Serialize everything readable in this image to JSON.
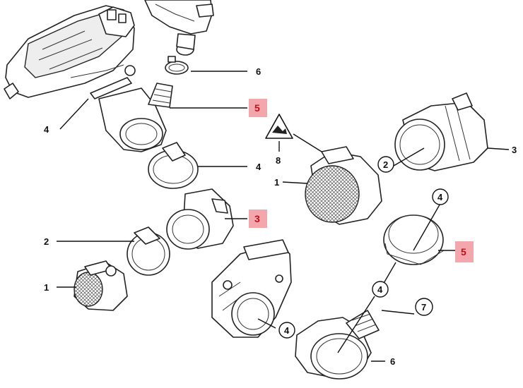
{
  "labels": {
    "l1a": "1",
    "l1b": "1",
    "l2a": "2",
    "l2b": "2",
    "l3a": "3",
    "l3b": "3",
    "l4a": "4",
    "l4b": "4",
    "l4c": "4",
    "l4d": "4",
    "l4e": "4",
    "l5a": "5",
    "l5b": "5",
    "l6a": "6",
    "l6b": "6",
    "l7": "7",
    "l8": "8"
  },
  "colors": {
    "highlight": "#f4a6ad",
    "highlight_text": "#c0101e"
  }
}
